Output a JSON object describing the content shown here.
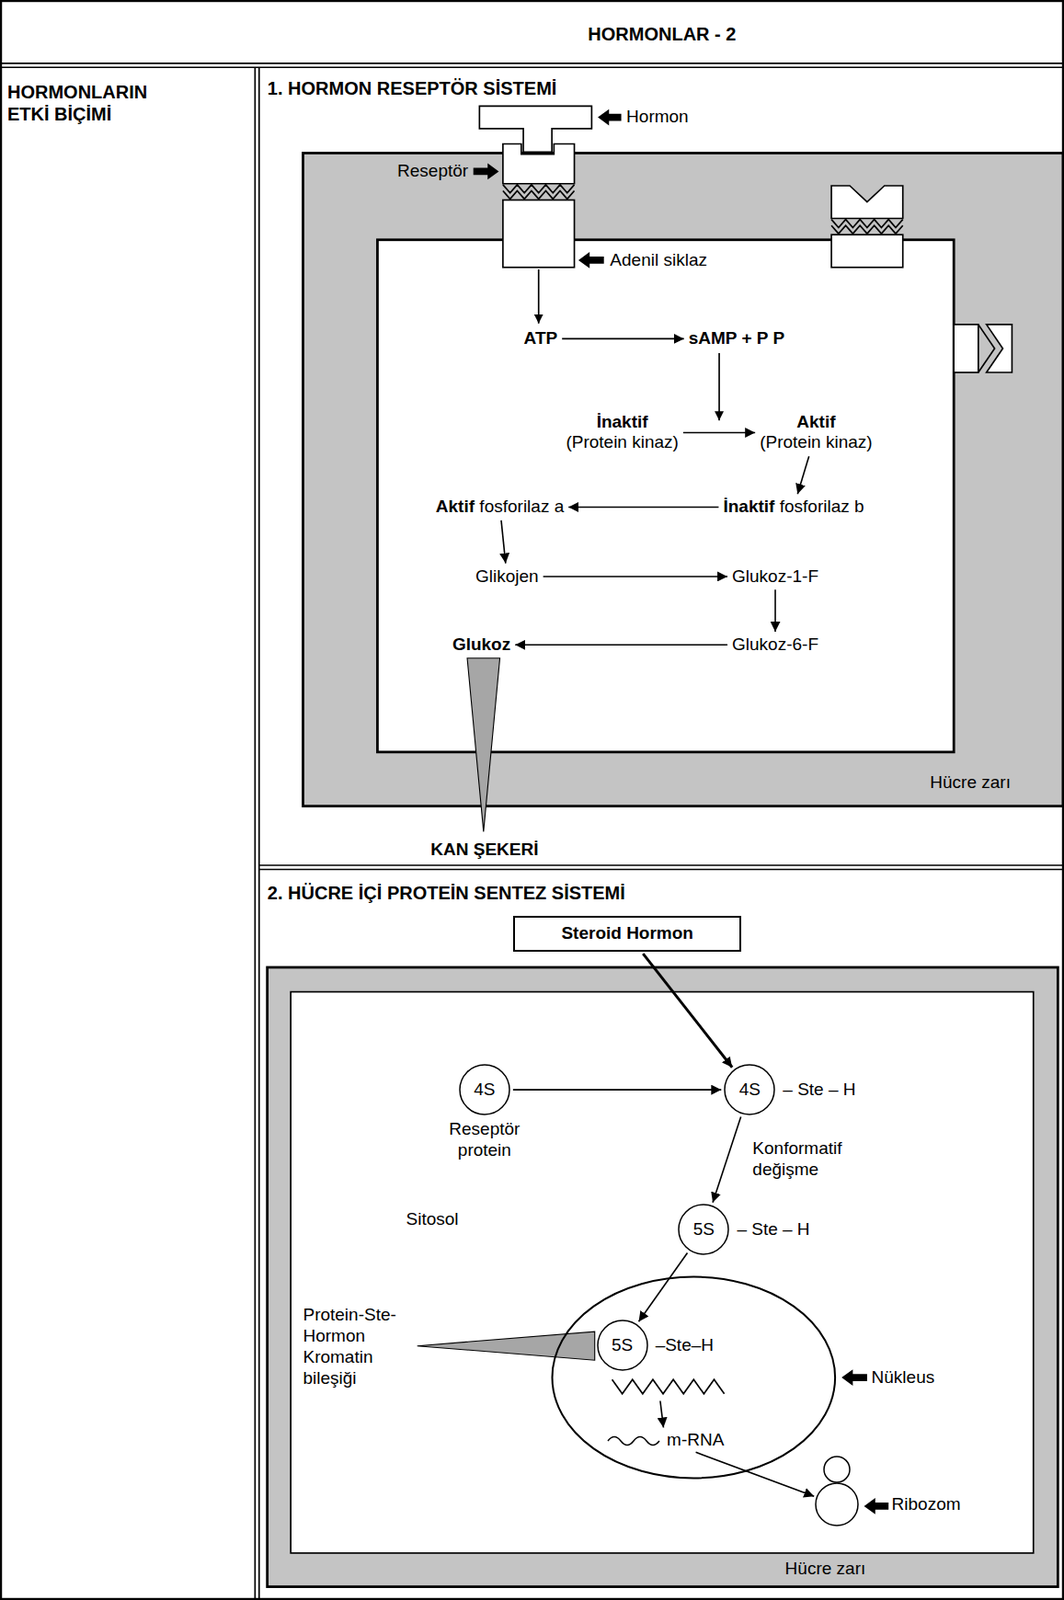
{
  "diagram": {
    "title": "HORMONLAR - 2",
    "nodes": [
      {
        "text": [
          "HORMONLARIN ETKİ BİÇİMİ"
        ]
      },
      {
        "text": [
          "1. HORMON RESEPTÖR SİSTEMİ"
        ]
      },
      {
        "text": [
          "Hücre zarı"
        ],
        "in": 1
      },
      {
        "text": [
          "ATP"
        ],
        "in": 2
      },
      {
        "text": [
          "sAMP + P P"
        ],
        "in": 2
      },
      {
        "text": [
          "İnaktif",
          "(Protein kinaz)"
        ],
        "in": 2
      },
      {
        "text": [
          "Aktif",
          "(Protein kinaz)"
        ],
        "in": 2
      },
      {
        "text": [
          "Aktif",
          "fosforilaz a"
        ],
        "in": 2
      },
      {
        "text": [
          "İnaktif",
          "fosforilaz b"
        ],
        "in": 2
      },
      {
        "text": [
          "Glikojen"
        ],
        "in": 2
      },
      {
        "text": [
          "Glukoz-1-F"
        ],
        "in": 2
      },
      {
        "text": [
          "Glukoz-6-F"
        ],
        "in": 2
      },
      {
        "text": [
          "Glukoz"
        ],
        "in": 2
      },
      {
        "text": [
          "2. HÜCRE İÇİ PROTEİN SENTEZ SİSTEMİ"
        ]
      },
      {
        "text": [
          "Steroid Hormon"
        ],
        "in": 13
      },
      {
        "text": [
          "Hücre zarı"
        ],
        "in": 13
      },
      {
        "text": [
          "4S",
          "Reseptör protein"
        ],
        "in": 15
      },
      {
        "text": [
          "4S",
          "– Ste – H"
        ],
        "in": 15
      },
      {
        "text": [
          "5S",
          "– Ste – H"
        ],
        "in": 15
      },
      {
        "text": [
          "Nükleus"
        ],
        "in": 15
      },
      {
        "text": [
          "5S",
          "–Ste–H"
        ],
        "in": 19
      },
      {
        "text": [
          "m-RNA"
        ],
        "in": 19
      },
      {
        "text": [
          "Ribozom"
        ],
        "in": 15
      }
    ],
    "edges": [
      {
        "from": 3,
        "to": 4,
        "arrow": "to"
      },
      {
        "from": 5,
        "to": 6,
        "arrow": "to"
      },
      {
        "from": 6,
        "to": 8,
        "arrow": "to"
      },
      {
        "from": 8,
        "to": 7,
        "arrow": "to"
      },
      {
        "from": 7,
        "to": 9,
        "arrow": "to"
      },
      {
        "from": 9,
        "to": 10,
        "arrow": "to"
      },
      {
        "from": 10,
        "to": 11,
        "arrow": "to"
      },
      {
        "from": 11,
        "to": 12,
        "arrow": "to"
      },
      {
        "from": 14,
        "to": 17,
        "arrow": "to"
      },
      {
        "from": 16,
        "to": 17,
        "arrow": "to"
      },
      {
        "from": 17,
        "to": 18,
        "label": "Konformatif değişme",
        "arrow": "to"
      },
      {
        "from": 18,
        "to": 20,
        "arrow": "to"
      },
      {
        "from": 20,
        "to": 21,
        "arrow": "to"
      },
      {
        "from": 21,
        "to": 22,
        "arrow": "to"
      }
    ],
    "labels": [
      "Hormon",
      "Reseptör",
      "Adenil siklaz",
      "KAN ŞEKERİ",
      "Sitosol",
      "Protein-Ste-Hormon Kromatin bileşiği"
    ]
  }
}
